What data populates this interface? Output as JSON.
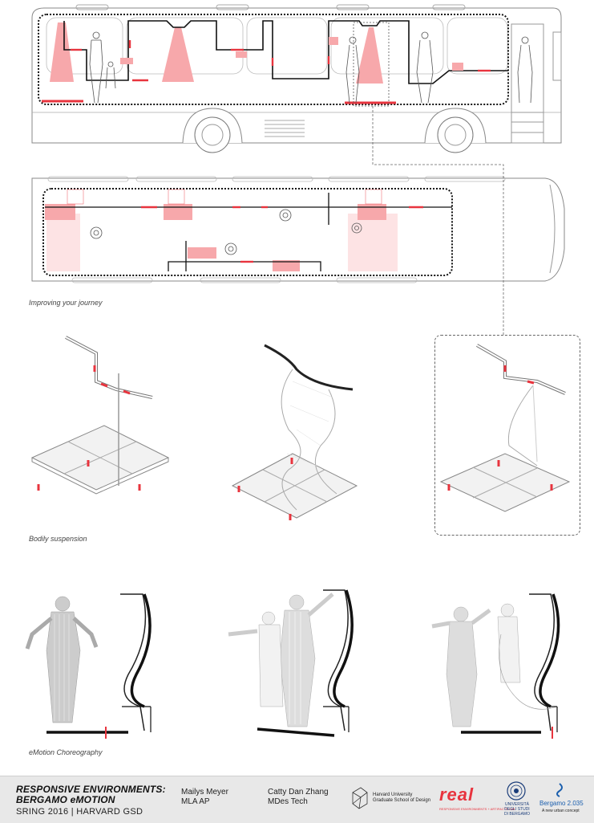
{
  "captions": {
    "journey": "Improving your journey",
    "suspension": "Bodily suspension",
    "choreography": "eMotion Choreography"
  },
  "footer": {
    "title_line1": "RESPONSIVE ENVIRONMENTS:",
    "title_line2": "BERGAMO eMOTION",
    "subtitle": "SRING 2016 | HARVARD GSD",
    "author1_name": "Mailys Meyer",
    "author1_degree": "MLA AP",
    "author2_name": "Catty Dan Zhang",
    "author2_degree": "MDes Tech",
    "harvard_line1": "Harvard University",
    "harvard_line2": "Graduate School of Design",
    "real_logo": "real",
    "real_subtitle": "RESPONSIVE ENVIRONMENTS + ARTIFACTS LAB",
    "unibg_line1": "UNIVERSITÀ",
    "unibg_line2": "DEGLI STUDI",
    "unibg_line3": "DI BERGAMO",
    "bergamo_title": "Bergamo 2.035",
    "bergamo_sub": "A new urban concept"
  },
  "colors": {
    "accent_red": "#e8343e",
    "pink_fill": "#f7a8ab",
    "footer_bg": "#e8e8e8"
  }
}
